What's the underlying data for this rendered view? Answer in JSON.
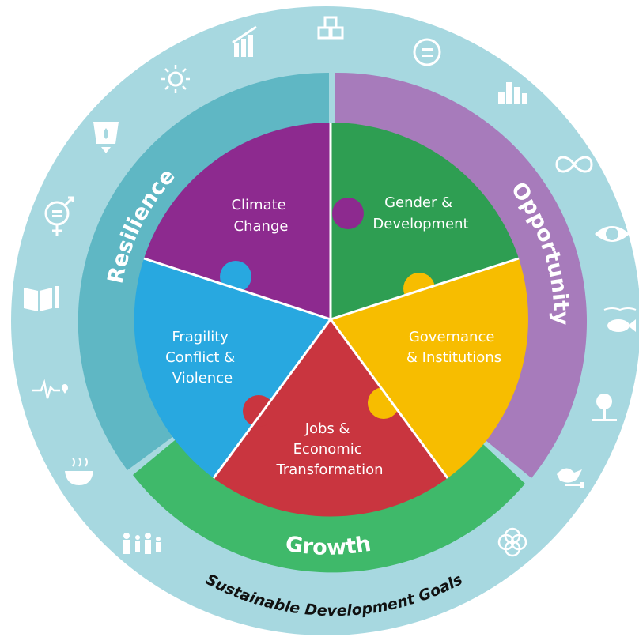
{
  "outer_ring": {
    "label": "Sustainable Development Goals",
    "color": "#a7d8e0"
  },
  "middle_ring": {
    "resilience": {
      "label": "Resilience",
      "color": "#5fb7c4"
    },
    "opportunity": {
      "label": "Opportunity",
      "color": "#a77bbb"
    },
    "growth": {
      "label": "Growth",
      "color": "#3fb96a"
    }
  },
  "pieces": {
    "climate": {
      "lines": [
        "Climate",
        "Change"
      ],
      "color": "#8d2a8f"
    },
    "gender": {
      "lines": [
        "Gender &",
        "Development"
      ],
      "color": "#2e9e52"
    },
    "governance": {
      "lines": [
        "Governance",
        "& Institutions"
      ],
      "color": "#f7bd00"
    },
    "jobs": {
      "lines": [
        "Jobs &",
        "Economic",
        "Transformation"
      ],
      "color": "#c9353f"
    },
    "fragility": {
      "lines": [
        "Fragility",
        "Conflict &",
        "Violence"
      ],
      "color": "#28a8e0"
    }
  },
  "icons": [
    "chart-growth-icon",
    "cubes-icon",
    "equality-icon",
    "city-icon",
    "infinity-icon",
    "eye-globe-icon",
    "fish-icon",
    "tree-icon",
    "dove-icon",
    "flower-icon",
    "family-icon",
    "bowl-icon",
    "heartbeat-icon",
    "book-icon",
    "gender-icon",
    "water-icon",
    "sun-icon"
  ]
}
